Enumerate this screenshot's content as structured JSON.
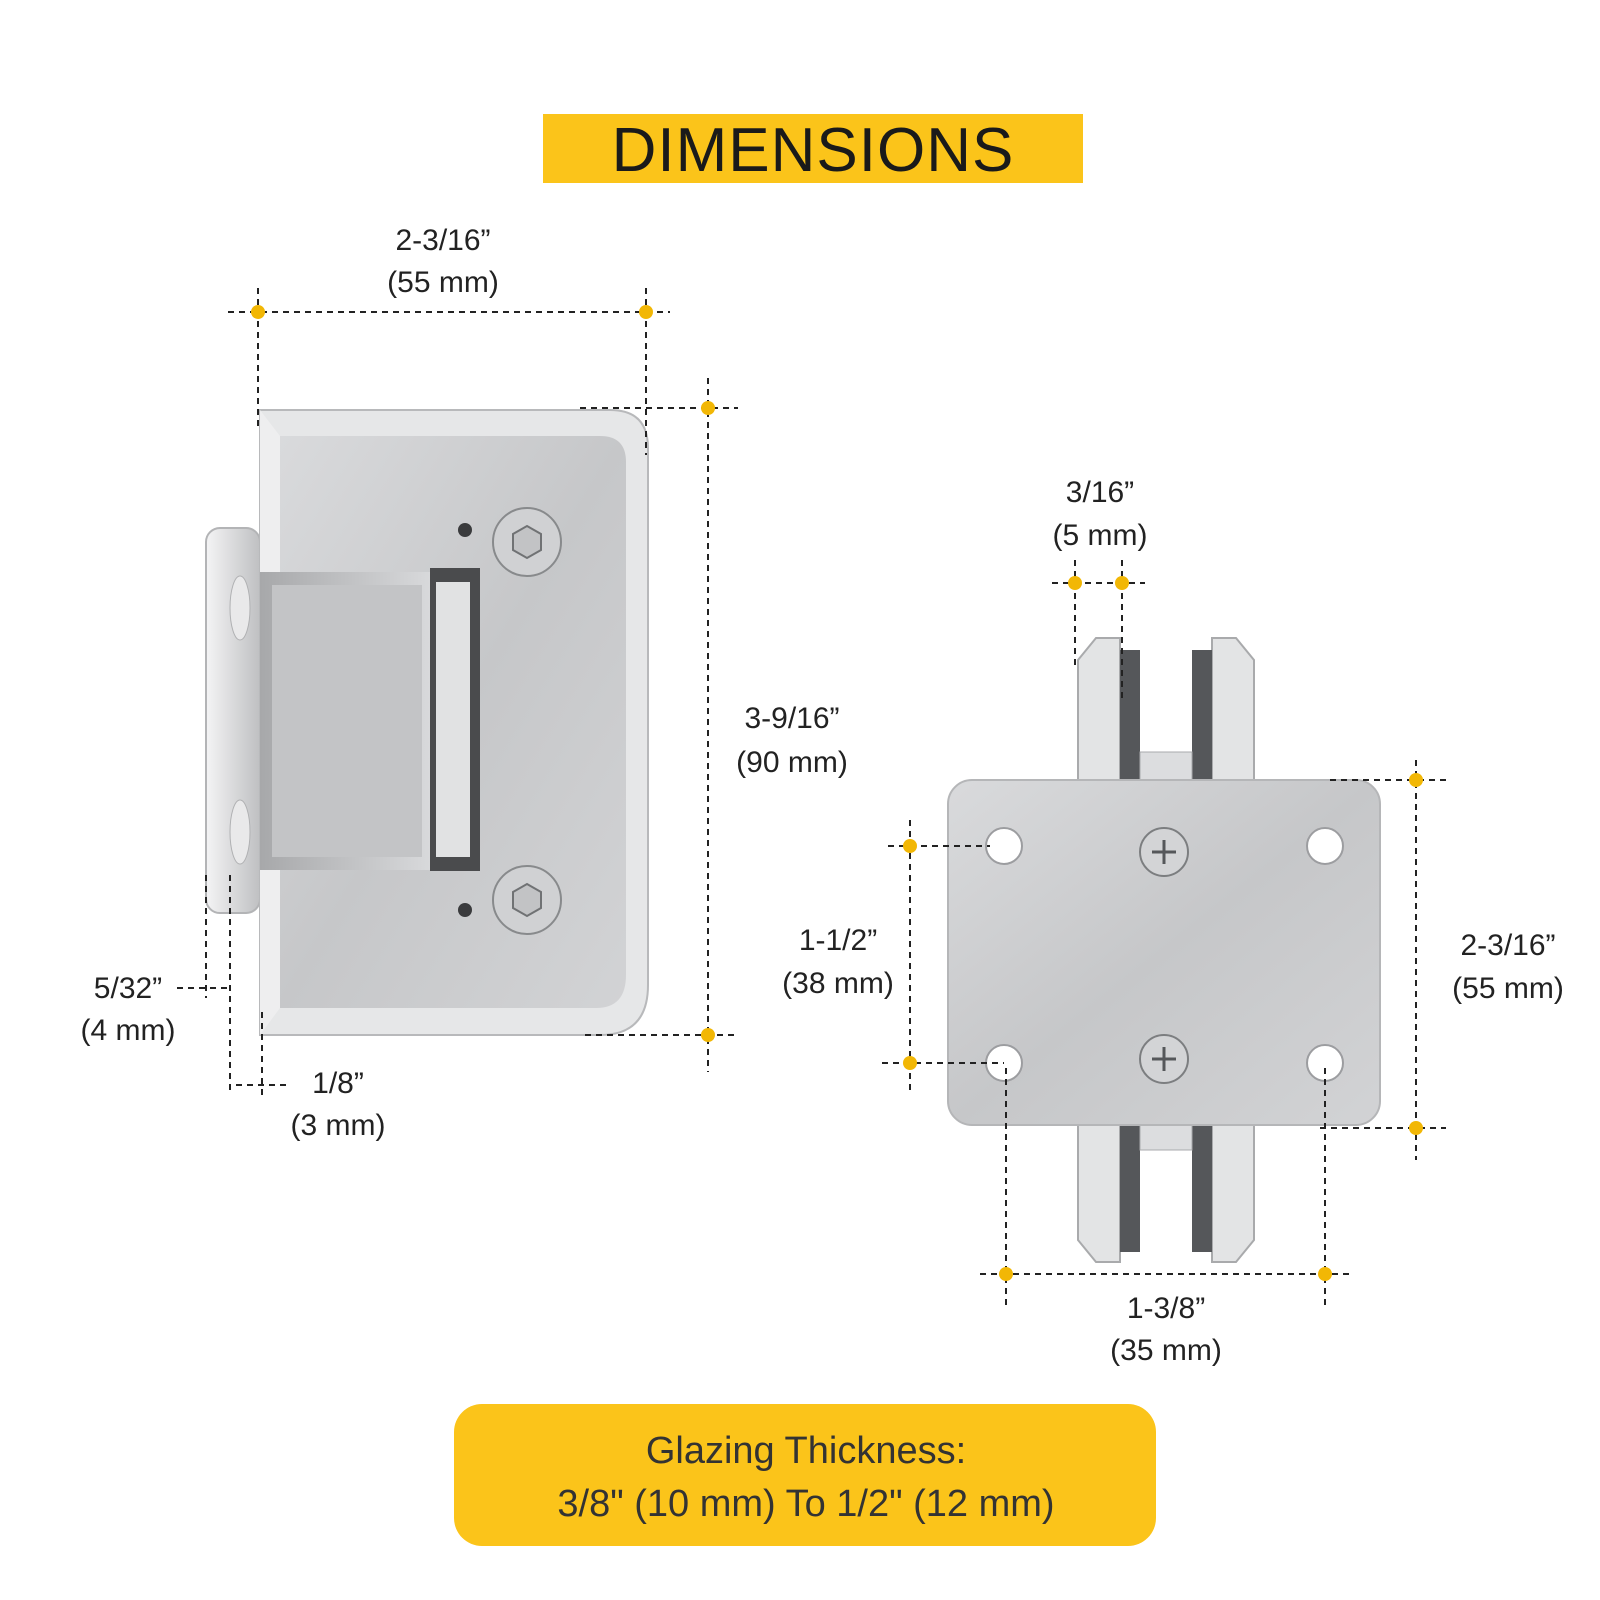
{
  "title": "DIMENSIONS",
  "colors": {
    "accent": "#fbc41a",
    "marker": "#f2b705",
    "metal": "#c9cacc"
  },
  "hinge_front": {
    "width": {
      "imperial": "2-3/16”",
      "metric": "(55 mm)"
    },
    "height": {
      "imperial": "3-9/16”",
      "metric": "(90 mm)"
    },
    "plate_offset": {
      "imperial": "5/32”",
      "metric": "(4 mm)"
    },
    "lip": {
      "imperial": "1/8”",
      "metric": "(3 mm)"
    }
  },
  "hinge_side": {
    "gap": {
      "imperial": "3/16”",
      "metric": "(5 mm)"
    },
    "hole_vertical": {
      "imperial": "1-1/2”",
      "metric": "(38 mm)"
    },
    "plate_height": {
      "imperial": "2-3/16”",
      "metric": "(55 mm)"
    },
    "hole_horizontal": {
      "imperial": "1-3/8”",
      "metric": "(35 mm)"
    }
  },
  "note": {
    "line1": "Glazing Thickness:",
    "line2": "3/8\" (10 mm) To 1/2\" (12 mm)"
  }
}
